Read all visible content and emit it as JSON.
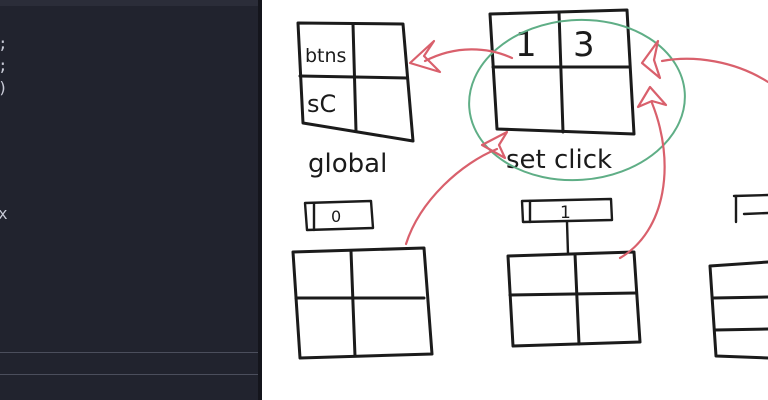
{
  "editor": {
    "line_fragments": [
      ";",
      ";",
      ")",
      "x"
    ]
  },
  "diagram": {
    "global_table": {
      "cells": [
        "btns",
        "",
        "sC",
        ""
      ]
    },
    "global_label": "global",
    "setclick_table": {
      "cells": [
        "1",
        "3",
        "",
        ""
      ]
    },
    "setclick_label": "set click",
    "value_boxes": [
      "0",
      "1"
    ]
  },
  "colors": {
    "editor_bg": "#21232e",
    "ink": "#1b1b1b",
    "arrow_red": "#d9606c",
    "circle_green": "#5fae86"
  }
}
